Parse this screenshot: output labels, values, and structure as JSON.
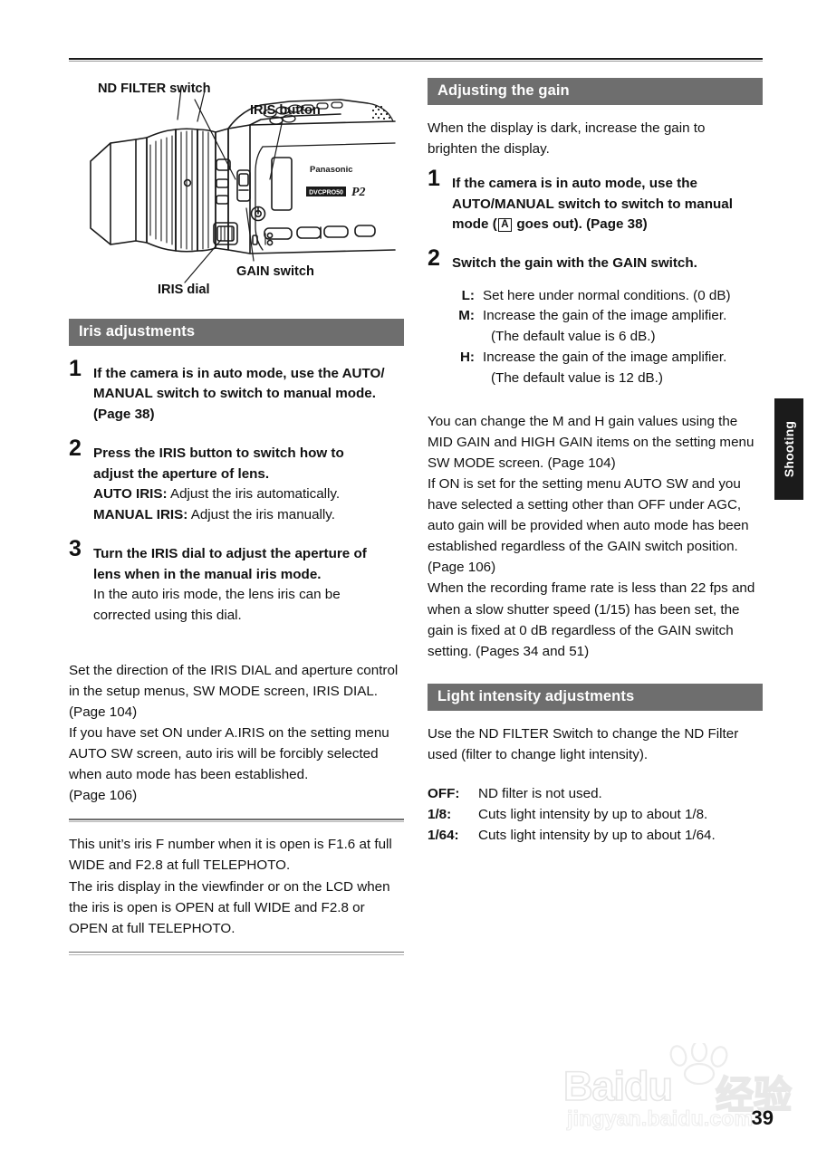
{
  "page": {
    "number": "39",
    "side_tab": "Shooting"
  },
  "diagram": {
    "name": "camera-lens-controls-diagram",
    "brand_text": "Panasonic",
    "format_badge": "DVCPRO50",
    "media_badge": "P2",
    "labels": {
      "nd_filter": "ND FILTER switch",
      "iris_button": "IRIS button",
      "gain_switch": "GAIN switch",
      "iris_dial": "IRIS dial"
    }
  },
  "left_column": {
    "section": {
      "heading": "Iris adjustments",
      "steps": [
        {
          "num": "1",
          "title_line1": "If the camera is in auto mode, use the AUTO/",
          "title_line2": "MANUAL switch to switch to manual mode.",
          "title_line3": "(Page 38)"
        },
        {
          "num": "2",
          "title_line1": "Press the IRIS button to switch how to",
          "title_line2": "adjust the aperture of lens.",
          "body_key1": "AUTO IRIS:",
          "body_val1": "Adjust the iris automatically.",
          "body_key2": "MANUAL IRIS:",
          "body_val2": "Adjust the iris manually."
        },
        {
          "num": "3",
          "title_line1": "Turn the IRIS dial to adjust the aperture of",
          "title_line2": "lens when in the manual iris mode.",
          "body_line1": "In the auto iris mode, the lens iris can be",
          "body_line2": "corrected using this dial."
        }
      ]
    },
    "note_1": "Set the direction of the IRIS DIAL and aperture control in the setup menus, SW MODE screen, IRIS DIAL. (Page 104)\nIf you have set ON under A.IRIS on the setting menu AUTO SW screen, auto iris will be forcibly selected when auto mode has been established.\n(Page 106)",
    "note_2": "This unit’s iris F number when it is open is F1.6 at full WIDE and F2.8 at full TELEPHOTO.\nThe iris display in the viewfinder or on the LCD when the iris is open is OPEN at full WIDE and F2.8 or OPEN at full TELEPHOTO."
  },
  "right_column": {
    "gain_section": {
      "heading": "Adjusting the gain",
      "intro": "When the display is dark, increase the gain to brighten the display.",
      "step1": {
        "num": "1",
        "line1": "If the camera is in auto mode, use the",
        "line2": "AUTO/MANUAL switch to switch to manual",
        "line3_pre": "mode (",
        "boxed_icon": "A",
        "line3_post": " goes out). (Page 38)"
      },
      "step2": {
        "num": "2",
        "title": "Switch the gain with the GAIN switch.",
        "items": [
          {
            "key": "L:",
            "value": "Set here under normal conditions. (0 dB)"
          },
          {
            "key": "M:",
            "value": "Increase the gain of the image amplifier.",
            "cont": "(The default value is 6 dB.)"
          },
          {
            "key": "H:",
            "value": "Increase the gain of the image amplifier.",
            "cont": "(The default value is 12 dB.)"
          }
        ]
      },
      "note": "You can change the M and H gain values using the MID GAIN and HIGH GAIN items on the setting menu SW MODE screen. (Page 104)\nIf ON is set for the setting menu AUTO SW and you have selected a setting other than OFF under AGC, auto gain will be provided when auto mode has been established regardless of the GAIN switch position. (Page 106)\nWhen the recording frame rate is less than 22 fps and when a slow shutter speed (1/15) has been set, the gain is fixed at 0 dB regardless of the GAIN switch setting. (Pages 34 and 51)"
    },
    "light_section": {
      "heading": "Light intensity adjustments",
      "intro": "Use the ND FILTER Switch to change the ND Filter used (filter to change light intensity).",
      "items": [
        {
          "key": "OFF:",
          "value": "ND filter is not used."
        },
        {
          "key": "1/8:",
          "value": "Cuts light intensity by up to about 1/8."
        },
        {
          "key": "1/64:",
          "value": "Cuts light intensity by up to about 1/64."
        }
      ]
    }
  },
  "watermark": {
    "logo": "Baidu",
    "cn": "经验",
    "url": "jingyan.baidu.com"
  },
  "colors": {
    "section_bar": "#6e6e6e",
    "side_tab": "#1b1b1b",
    "text": "#111111"
  }
}
